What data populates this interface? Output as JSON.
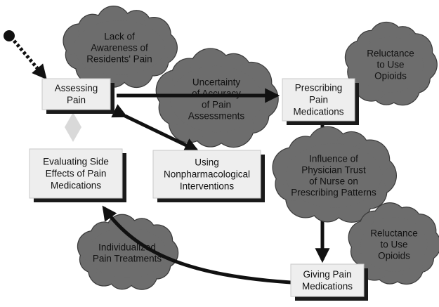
{
  "colors": {
    "line": "#111111",
    "box_fill": "#eeeeee",
    "box_shadow": "#1a1a1a",
    "cloud_fill": "#6d6d6d",
    "cloud_stroke": "#3a3a3a",
    "diamond_fill": "#d9d9d9"
  },
  "boxes": {
    "assessing": [
      "Assessing",
      "Pain"
    ],
    "prescribing": [
      "Prescribing",
      "Pain",
      "Medications"
    ],
    "evaluating": [
      "Evaluating Side",
      "Effects of Pain",
      "Medications"
    ],
    "using": [
      "Using",
      "Nonpharmacological",
      "Interventions"
    ],
    "giving": [
      "Giving Pain",
      "Medications"
    ]
  },
  "clouds": {
    "lack_awareness": [
      "Lack of",
      "Awareness of",
      "Residents' Pain"
    ],
    "uncertainty": [
      "Uncertainty",
      "of Accuracy",
      "of Pain",
      "Assessments"
    ],
    "reluctance_top": [
      "Reluctance",
      "to Use",
      "Opioids"
    ],
    "influence": [
      "Influence of",
      "Physician Trust",
      "of Nurse on",
      "Prescribing Patterns"
    ],
    "reluctance_bottom": [
      "Reluctance",
      "to Use",
      "Opioids"
    ],
    "individualized": [
      "Individualized",
      "Pain Treatments"
    ]
  }
}
